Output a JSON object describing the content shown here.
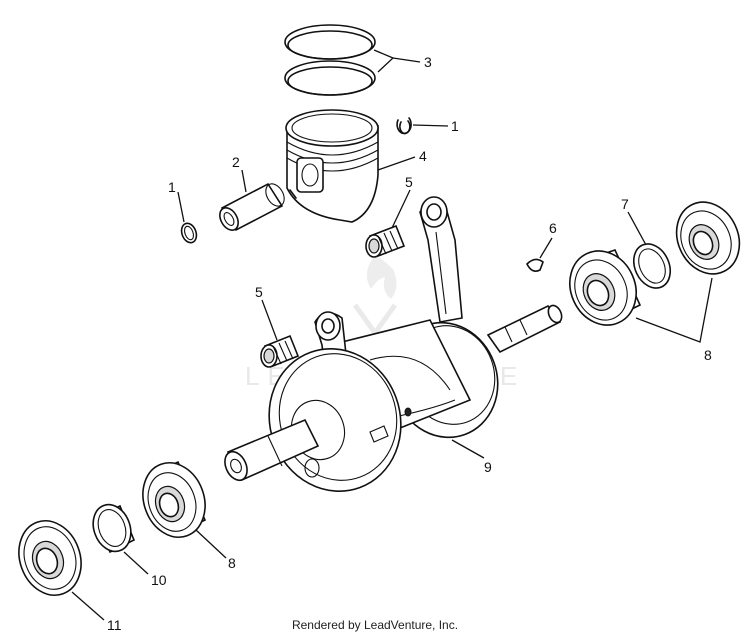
{
  "callouts": {
    "c1a": "1",
    "c1b": "1",
    "c2": "2",
    "c3": "3",
    "c4": "4",
    "c5a": "5",
    "c5b": "5",
    "c6": "6",
    "c7": "7",
    "c8a": "8",
    "c8b": "8",
    "c9": "9",
    "c10": "10",
    "c11": "11"
  },
  "credit": "Rendered by LeadVenture, Inc.",
  "watermark": "LEADVENTURE"
}
